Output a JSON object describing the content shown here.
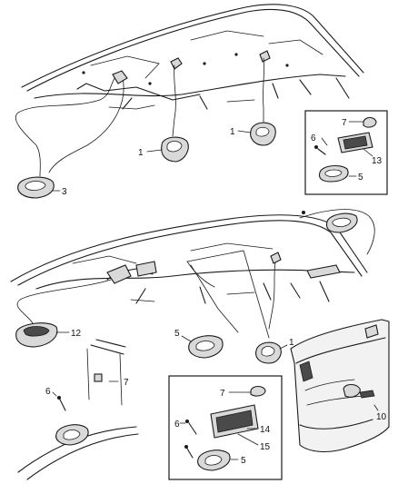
{
  "callouts": {
    "c1a": "1",
    "c1b": "1",
    "c1c": "1",
    "c3": "3",
    "c5a": "5",
    "c5b": "5",
    "c5c": "5",
    "c6a": "6",
    "c6b": "6",
    "c6c": "6",
    "c7a": "7",
    "c7b": "7",
    "c7c": "7",
    "c10": "10",
    "c12": "12",
    "c13": "13",
    "c14": "14",
    "c15": "15"
  }
}
